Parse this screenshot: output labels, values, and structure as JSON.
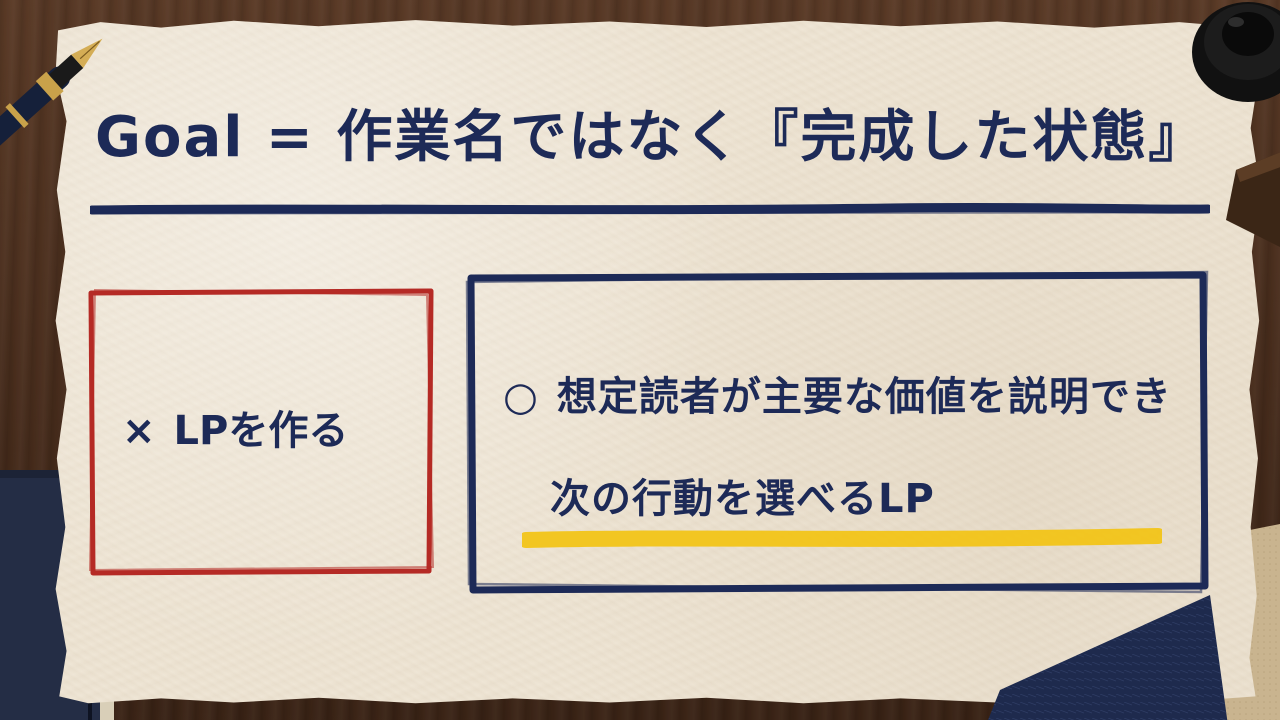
{
  "slide": {
    "title": "Goal = 作業名ではなく『完成した状態』",
    "bad_example": {
      "mark": "×",
      "text": "LPを作る"
    },
    "good_example": {
      "mark": "○",
      "line1": "想定読者が主要な価値を説明でき",
      "line2": "次の行動を選べるLP"
    }
  },
  "colors": {
    "ink_navy": "#1d2a57",
    "bad_box_red": "#b52a25",
    "good_box_navy": "#1d2a57",
    "highlight_yellow": "#f2c418",
    "paper": "#efe6d6",
    "wood": "#4a2e1d"
  },
  "decor": {
    "icons": [
      "fountain-pen-icon",
      "ink-bottle-icon",
      "notebook-icon"
    ]
  }
}
